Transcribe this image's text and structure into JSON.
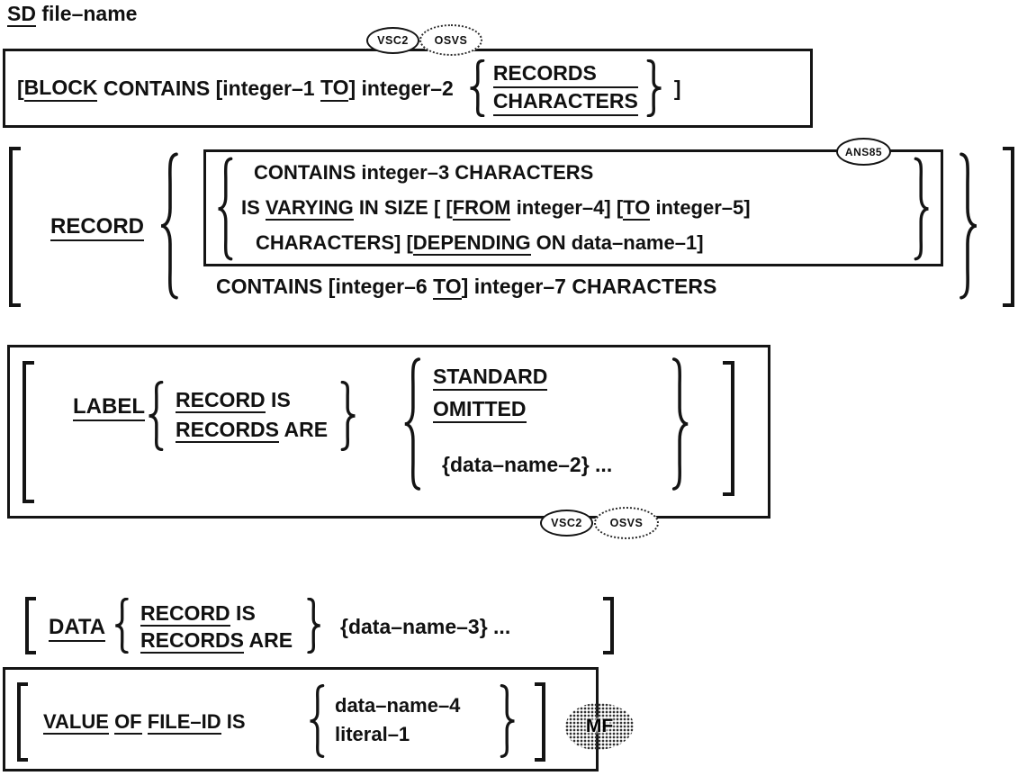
{
  "title": {
    "kw": "SD",
    "rest": " file–name"
  },
  "badges": {
    "vsc2": "VSC2",
    "osvs": "OSVS",
    "ans85": "ANS85",
    "mf": "MF"
  },
  "glyphs": {
    "sp": " "
  },
  "block": {
    "open": "[",
    "kw": "BLOCK",
    "mid1": " CONTAINS [integer–1 ",
    "to": "TO",
    "mid2": "] integer–2",
    "opt1": "RECORDS",
    "opt2": "CHARACTERS",
    "close": "]"
  },
  "record": {
    "kw": "RECORD",
    "line1": "CONTAINS integer–3 CHARACTERS",
    "line2a": "IS ",
    "line2b": "VARYING",
    "line2c": " IN SIZE [ [",
    "line2d": "FROM",
    "line2e": " integer–4] [",
    "line2f": "TO",
    "line2g": " integer–5]",
    "line3a": "CHARACTERS] [",
    "line3b": "DEPENDING",
    "line3c": " ON data–name–1]",
    "alt1": "CONTAINS [integer–6 ",
    "alt_to": "TO",
    "alt2": "] integer–7 CHARACTERS"
  },
  "label": {
    "kw": "LABEL",
    "rec": "RECORD",
    "rec_rest": " IS",
    "recs": "RECORDS",
    "recs_rest": " ARE",
    "opt1": "STANDARD",
    "opt2": "OMITTED",
    "opt3": "{data–name–2} ..."
  },
  "data_clause": {
    "kw": "DATA",
    "rec": "RECORD",
    "rec_rest": " IS",
    "recs": "RECORDS",
    "recs_rest": " ARE",
    "operand": "{data–name–3} ..."
  },
  "value_clause": {
    "kw1": "VALUE",
    "kw2": "OF",
    "kw3": "FILE–ID",
    "rest": " IS",
    "opt1": "data–name–4",
    "opt2": "literal–1"
  }
}
